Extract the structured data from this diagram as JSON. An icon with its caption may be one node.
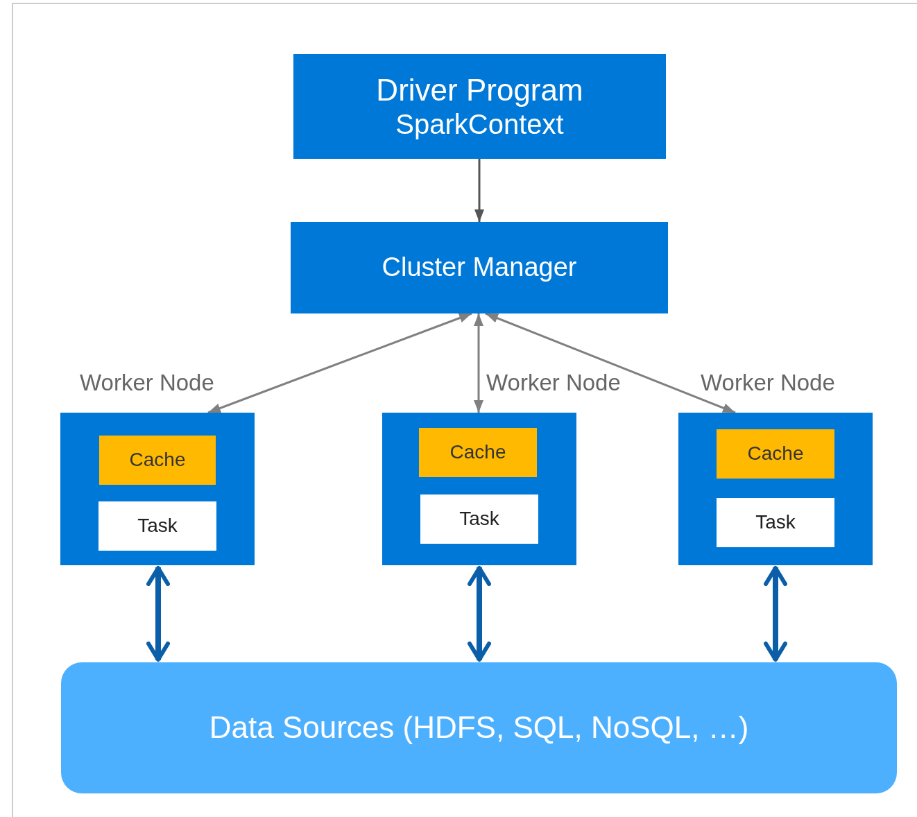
{
  "diagram": {
    "nodes": [
      {
        "text": [
          "Driver Program",
          "SparkContext"
        ]
      },
      {
        "text": [
          "Cluster Manager"
        ]
      },
      {
        "text": [
          "Worker Node"
        ]
      },
      {
        "text": [
          "Cache"
        ],
        "in": 2
      },
      {
        "text": [
          "Task"
        ],
        "in": 2
      },
      {
        "text": [
          "Worker Node"
        ]
      },
      {
        "text": [
          "Cache"
        ],
        "in": 5
      },
      {
        "text": [
          "Task"
        ],
        "in": 5
      },
      {
        "text": [
          "Worker Node"
        ]
      },
      {
        "text": [
          "Cache"
        ],
        "in": 8
      },
      {
        "text": [
          "Task"
        ],
        "in": 8
      },
      {
        "text": [
          "Data Sources (HDFS, SQL, NoSQL, …)"
        ]
      }
    ],
    "edges": [
      {
        "from": 0,
        "to": 1,
        "arrow": "to",
        "color": "#555555"
      },
      {
        "from": 1,
        "to": 2,
        "arrow": "both"
      },
      {
        "from": 1,
        "to": 5,
        "arrow": "both"
      },
      {
        "from": 1,
        "to": 8,
        "arrow": "both"
      },
      {
        "from": 2,
        "to": 11,
        "arrow": "both",
        "style": "thick",
        "color": "#0b5ea8"
      },
      {
        "from": 5,
        "to": 11,
        "arrow": "both",
        "style": "thick",
        "color": "#0b5ea8"
      },
      {
        "from": 8,
        "to": 11,
        "arrow": "both",
        "style": "thick",
        "color": "#0b5ea8"
      }
    ]
  }
}
